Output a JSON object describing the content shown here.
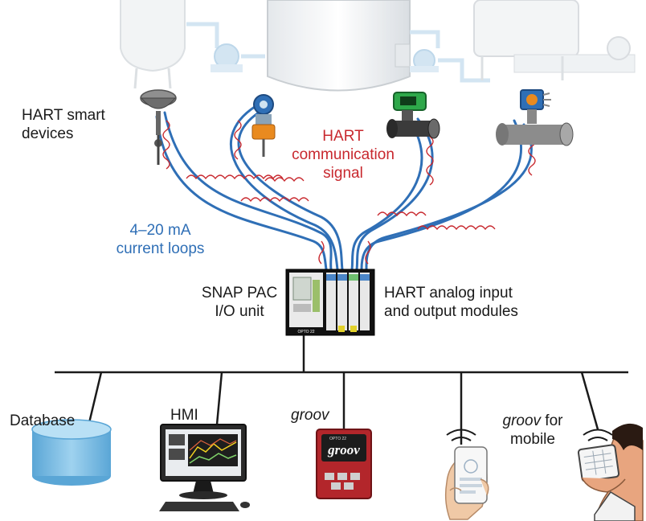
{
  "labels": {
    "hart_smart_devices": [
      "HART smart",
      "devices"
    ],
    "hart_signal": [
      "HART",
      "communication",
      "signal"
    ],
    "current_loops": [
      "4–20 mA",
      "current loops"
    ],
    "snap_pac": [
      "SNAP PAC",
      "I/O unit"
    ],
    "hart_modules": [
      "HART analog input",
      "and output modules"
    ],
    "database": "Database",
    "hmi": "HMI",
    "groov": "groov",
    "groov_mobile_italic": "groov",
    "groov_mobile_rest": " for",
    "groov_mobile_line2": "mobile"
  },
  "device_text": {
    "opto_brand": "OPTO 22",
    "groov_logo": "groov"
  },
  "colors": {
    "loop_blue": "#2f6fb6",
    "signal_red": "#c8282e",
    "network_line": "#1a1a1a",
    "database_blue": "#7fc0e6",
    "groov_red": "#b3262b"
  }
}
